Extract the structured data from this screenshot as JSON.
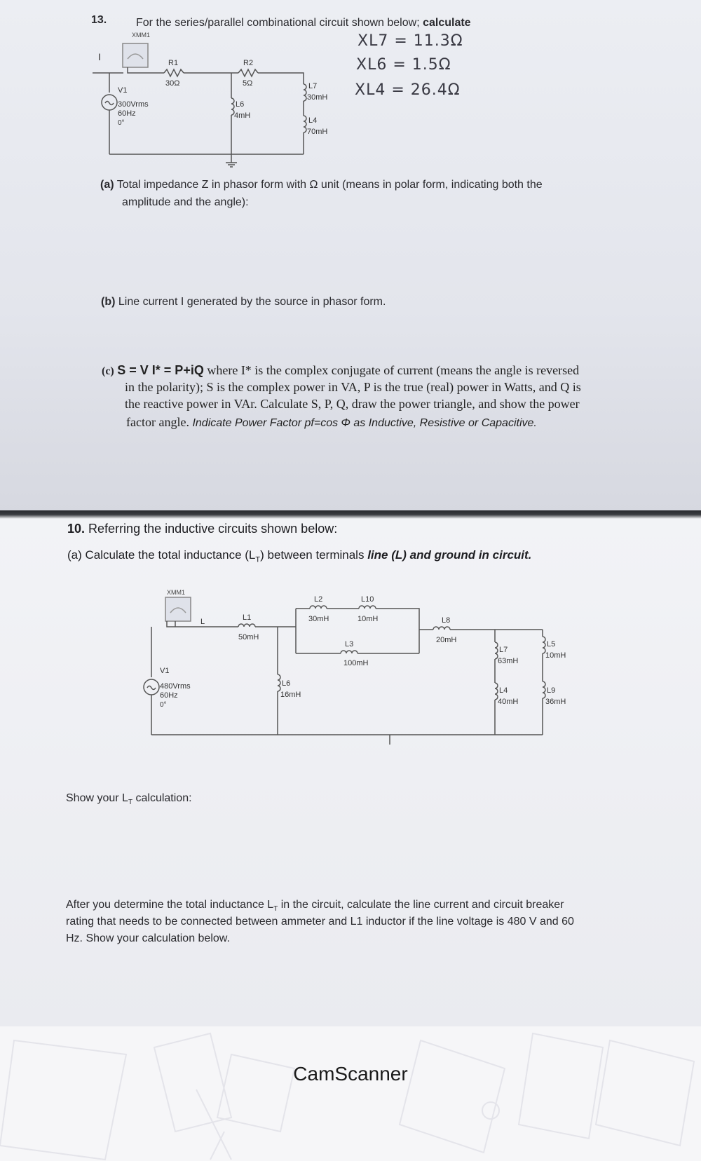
{
  "question13": {
    "number": "13.",
    "intro": "For the series/parallel combinational circuit shown below;",
    "intro_bold": "calculate",
    "handwritten": [
      "XL7 = 11.3Ω",
      "XL6 = 1.5Ω",
      "XL4 = 26.4Ω"
    ],
    "circuit": {
      "meter": "XMM1",
      "meter_mark": "I",
      "source_name": "V1",
      "source_voltage": "300Vrms",
      "source_freq": "60Hz",
      "source_phase": "0°",
      "r1_name": "R1",
      "r1_value": "30Ω",
      "r2_name": "R2",
      "r2_value": "5Ω",
      "l6_name": "L6",
      "l6_value": "4mH",
      "l7_name": "L7",
      "l7_value": "30mH",
      "l4_name": "L4",
      "l4_value": "70mH"
    },
    "part_a_label": "(a)",
    "part_a_line1": "Total impedance Z in phasor form with Ω unit (means in polar form, indicating both the",
    "part_a_line2": "amplitude and the angle):",
    "part_b_label": "(b)",
    "part_b_text": "Line current I generated by the source in phasor form.",
    "part_c_label": "(c)",
    "part_c_formula": "S = V I* = P+iQ",
    "part_c_line1": "where I* is the complex conjugate of current (means the angle is reversed",
    "part_c_line2": "in the polarity); S is the complex power in VA, P is the true (real) power in Watts, and Q is",
    "part_c_line3": "the reactive power in VAr.  Calculate S, P, Q, draw the power triangle,  and show the power",
    "part_c_line4_serif": "factor angle.",
    "part_c_line4_italic": "Indicate Power Factor pf=cos Φ as Inductive, Resistive or Capacitive."
  },
  "question10": {
    "number": "10.",
    "title": "Referring the inductive circuits shown below:",
    "part_a_prefix": "(a) Calculate the total inductance (L",
    "part_a_sub": "T",
    "part_a_mid": ") between terminals",
    "part_a_italic": "line (L) and ground in circuit.",
    "circuit": {
      "meter": "XMM1",
      "terminal": "L",
      "source_name": "V1",
      "source_voltage": "480Vrms",
      "source_freq": "60Hz",
      "source_phase": "0°",
      "l1_name": "L1",
      "l1_value": "50mH",
      "l2_name": "L2",
      "l2_value": "30mH",
      "l10_name": "L10",
      "l10_value": "10mH",
      "l3_name": "L3",
      "l3_value": "100mH",
      "l6_name": "L6",
      "l6_value": "16mH",
      "l8_name": "L8",
      "l8_value": "20mH",
      "l7_name": "L7",
      "l7_value": "63mH",
      "l5_name": "L5",
      "l5_value": "10mH",
      "l4_name": "L4",
      "l4_value": "40mH",
      "l9_name": "L9",
      "l9_value": "36mH"
    },
    "show_calc_prefix": "Show your L",
    "show_calc_sub": "T",
    "show_calc_suffix": " calculation:",
    "after_line1": "After you determine the total inductance L",
    "after_line1_sub": "T",
    "after_line1_end": " in the circuit, calculate the line current and circuit breaker",
    "after_line2": "rating that needs to be connected between ammeter and L1 inductor if the line voltage is 480 V and 60",
    "after_line3": "Hz. Show your calculation below."
  },
  "footer": {
    "watermark": "CamScanner"
  }
}
